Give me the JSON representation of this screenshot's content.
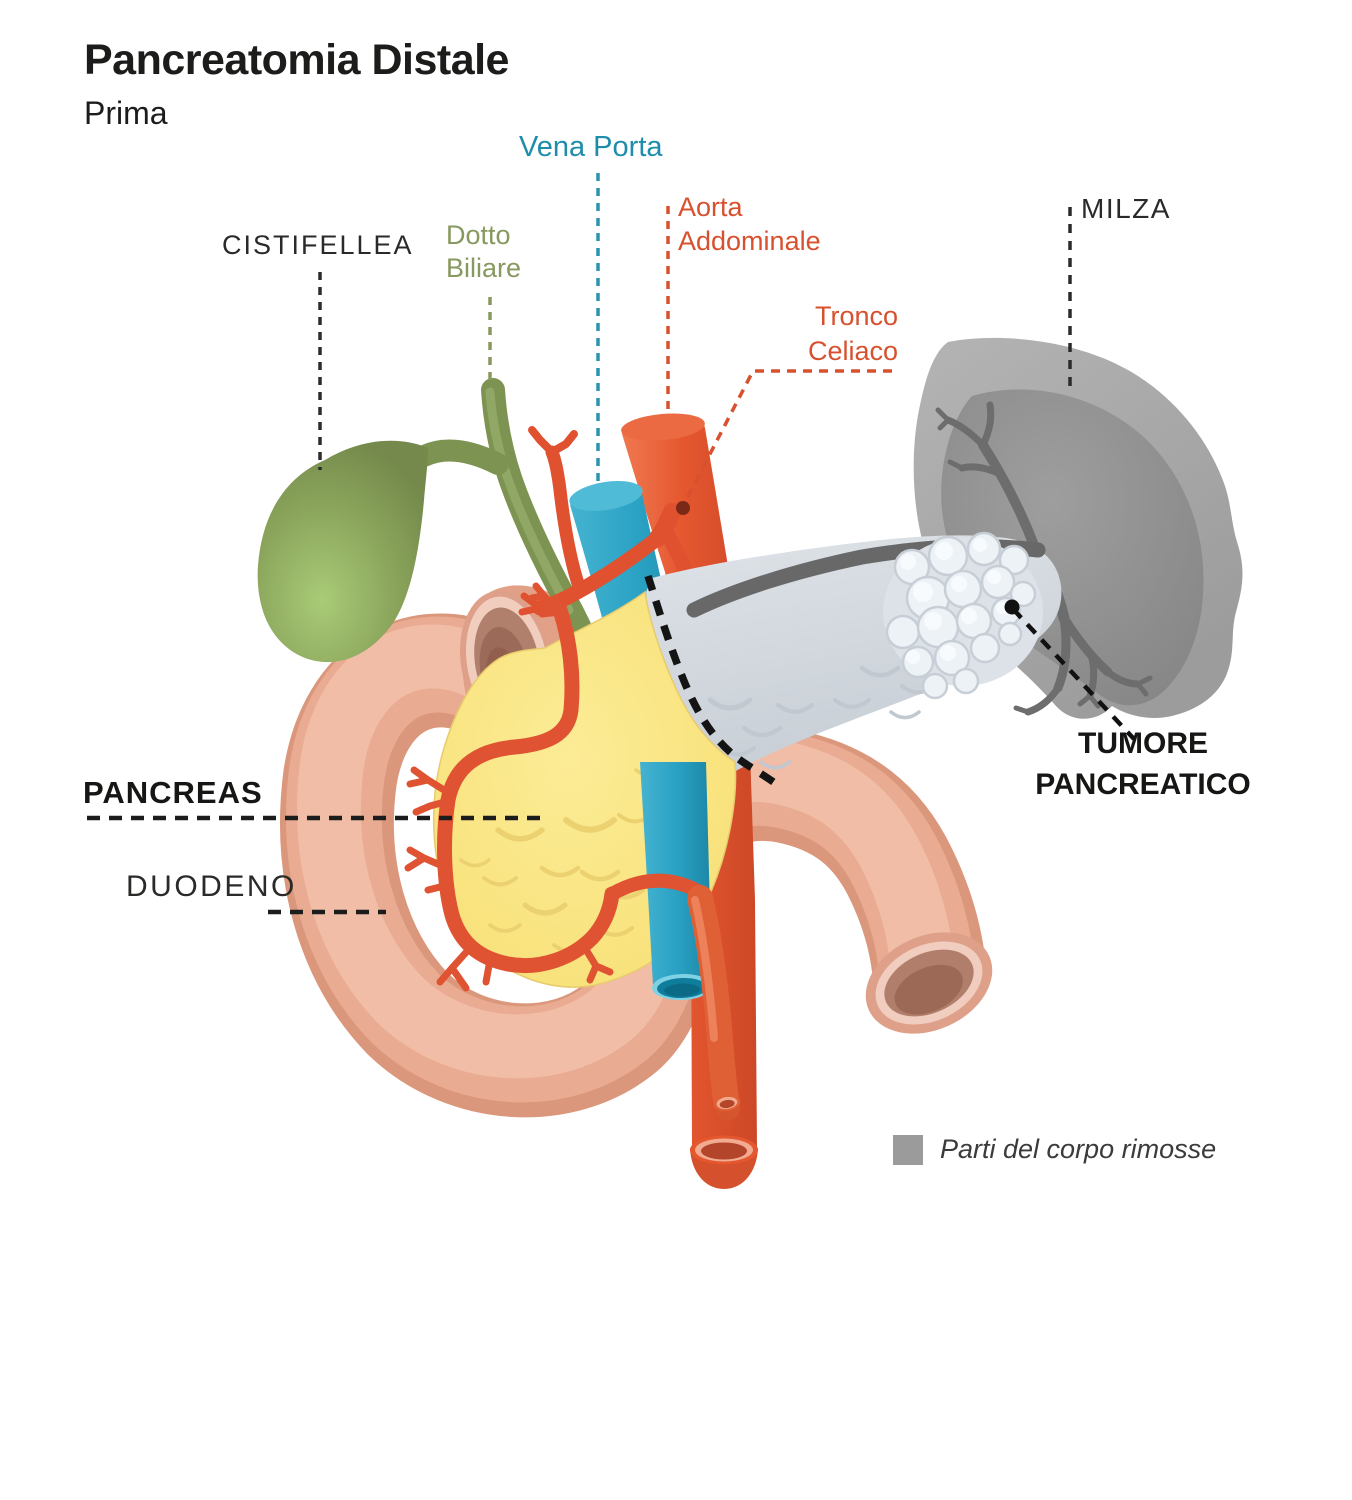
{
  "title": {
    "main": "Pancreatomia Distale",
    "subtitle": "Prima"
  },
  "labels": {
    "vena_porta": "Vena Porta",
    "cistifellea": "CISTIFELLEA",
    "dotto_biliare": "Dotto Biliare",
    "aorta_addominale": "Aorta Addominale",
    "tronco_celiaco": "Tronco Celiaco",
    "milza": "MILZA",
    "pancreas": "PANCREAS",
    "duodeno": "DUODENO",
    "tumore_pancreatico": "TUMORE PANCREATICO"
  },
  "legend": {
    "text": "Parti del corpo rimosse",
    "swatch_color": "#9b9b9b"
  },
  "palette": {
    "label_teal": "#1e8cab",
    "label_red": "#d8512f",
    "label_olive": "#87995e",
    "label_black": "#2a2a28",
    "duodenum": "#e7a78d",
    "duodenum_rim": "#f0cdbe",
    "duodenum_lumen": "#b17e6b",
    "pancreas": "#f9e37d",
    "pancreas_removed": "#d2d8dd",
    "tumor": "#edf2f6",
    "portal_vein": "#2aa2c4",
    "aorta": "#e5572f",
    "gallbladder": "#8fae60",
    "bile_duct": "#7d9351",
    "spleen": "#a9a9a9",
    "spleen_vessels": "#6d6d6d",
    "cut_line": "#141414"
  }
}
